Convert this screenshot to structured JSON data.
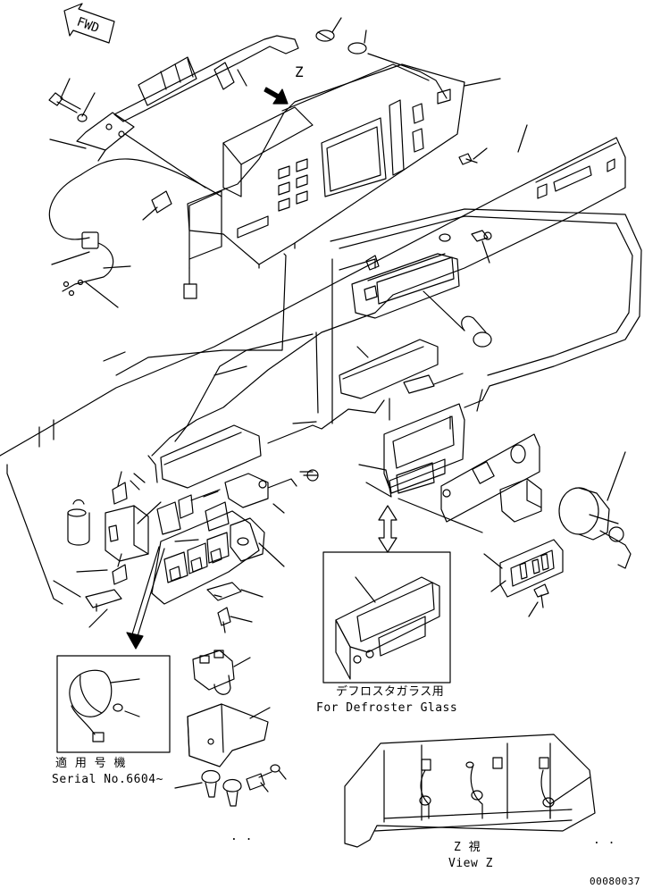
{
  "drawing": {
    "fwd_label": "FWD",
    "z_marker": "Z",
    "defroster_jp": "デフロスタガラス用",
    "defroster_en": "For Defroster Glass",
    "serial_jp": "適 用 号 機",
    "serial_en": "Serial No.6604~",
    "viewz_jp": "Z  視",
    "viewz_en": "View Z",
    "drawing_number": "00080037",
    "dash_marks": ". .",
    "dash_marks_small": ". ."
  }
}
